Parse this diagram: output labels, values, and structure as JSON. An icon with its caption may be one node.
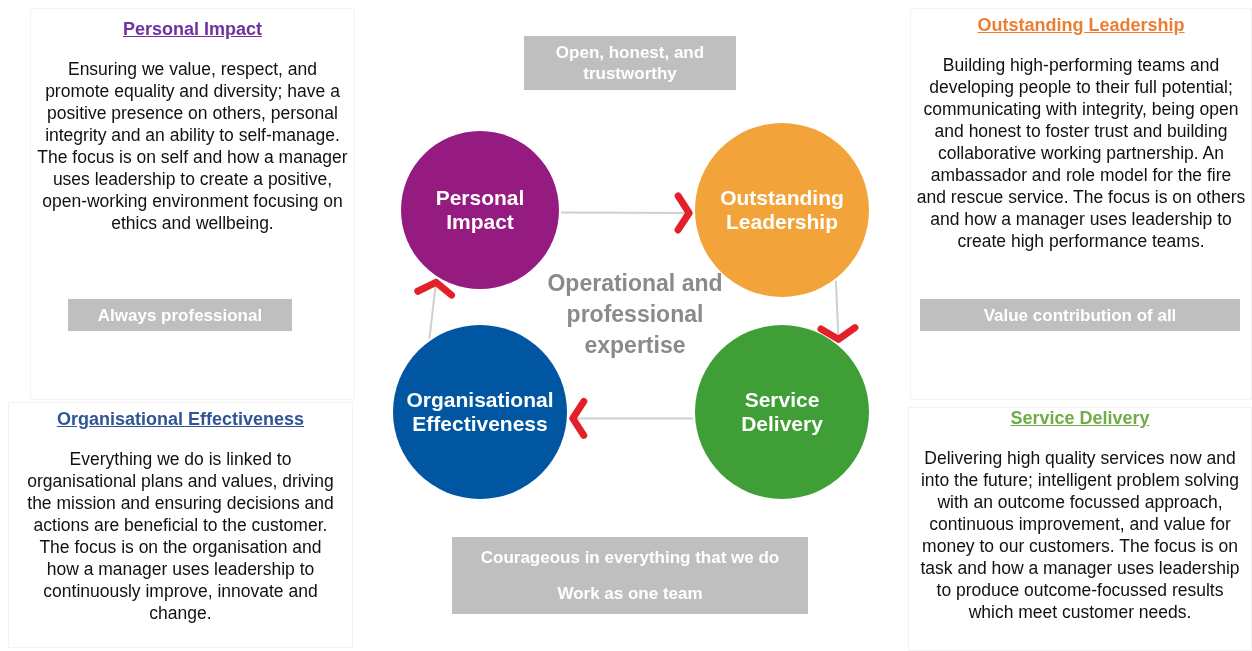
{
  "diagram": {
    "nodes": [
      {
        "text": [
          "Personal Impact"
        ]
      },
      {
        "text": [
          "Outstanding Leadership"
        ]
      },
      {
        "text": [
          "Service Delivery"
        ]
      },
      {
        "text": [
          "Organisational Effectiveness"
        ]
      },
      {
        "text": [
          "Personal Impact",
          "Ensuring we value, respect, and promote equality and diversity; have a positive presence on others, personal integrity and an ability to self-manage. The focus is on self and how a manager uses leadership to create a positive, open-working environment focusing on ethics and wellbeing."
        ]
      },
      {
        "text": [
          "Outstanding Leadership",
          "Building high-performing teams and developing people to their full potential; communicating with integrity, being open and honest to foster trust and building collaborative working partnership. An ambassador and role model for the fire and rescue service. The focus is on others and how a manager uses leadership to create high performance teams."
        ]
      },
      {
        "text": [
          "Organisational Effectiveness",
          "Everything we do is linked to organisational plans and values, driving the mission and ensuring decisions and actions are beneficial to the customer. The focus is on the organisation and how a manager uses leadership to continuously improve, innovate and change."
        ]
      },
      {
        "text": [
          "Service Delivery",
          "Delivering high quality services now and into the future; intelligent problem solving with an outcome focussed approach, continuous improvement, and value for money to our customers. The focus is on task and how a manager uses leadership to produce outcome-focussed results which meet customer needs."
        ]
      },
      {
        "text": [
          "Open, honest, and trustworthy"
        ]
      },
      {
        "text": [
          "Always professional"
        ],
        "in": 4
      },
      {
        "text": [
          "Value contribution of all"
        ],
        "in": 5
      },
      {
        "text": [
          "Courageous in everything that we do",
          "Work as one team"
        ]
      }
    ],
    "edges": [
      {
        "from": 0,
        "to": 1,
        "arrow": "to"
      },
      {
        "from": 1,
        "to": 2,
        "arrow": "to"
      },
      {
        "from": 2,
        "to": 3,
        "arrow": "to"
      },
      {
        "from": 3,
        "to": 0,
        "arrow": "to"
      }
    ],
    "labels": [
      "Operational and professional expertise"
    ]
  }
}
